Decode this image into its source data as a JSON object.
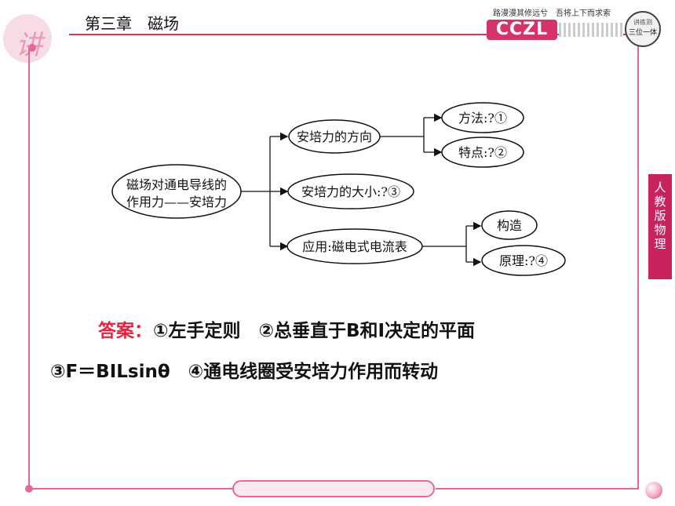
{
  "header": {
    "chapter_title": "第三章　磁场",
    "logo_glyph": "讲",
    "slogan": "路漫漫其修远兮　吾将上下而求索",
    "brand": "CCZL",
    "seal_top": "讲练测",
    "seal_mid": "三位一体"
  },
  "side_tab": {
    "label": "人教版物理"
  },
  "mindmap": {
    "root": [
      "磁场对通电导线的",
      "作用力——安培力"
    ],
    "branch_direction": "安培力的方向",
    "leaf_method": "方法:?①",
    "leaf_feature": "特点:?②",
    "branch_magnitude": "安培力的大小:?③",
    "branch_application": "应用:磁电式电流表",
    "leaf_structure": "构造",
    "leaf_principle": "原理:?④"
  },
  "answer": {
    "label": "答案：",
    "line1": "①左手定则　②总垂直于B和I决定的平面",
    "line2": "③F＝BILsinθ　④通电线圈受安培力作用而转动"
  }
}
